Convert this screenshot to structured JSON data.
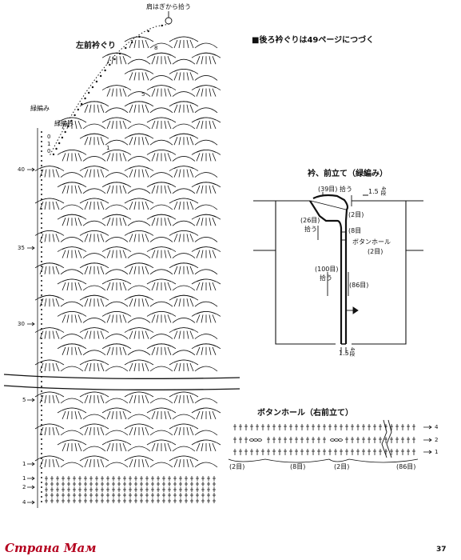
{
  "left_chart": {
    "title": "左前衿ぐり",
    "shoulder_label": "肩はぎから拾う",
    "edge_label_outer": "緑編み",
    "edge_label_inner": "緑編み",
    "neck_row_labels": [
      "8",
      "5",
      "1"
    ],
    "side_row_labels": [
      "40",
      "35",
      "30",
      "5",
      "1",
      "1",
      "2",
      "4"
    ],
    "edge_marks": [
      "0",
      "1",
      "0"
    ]
  },
  "note": "■後ろ衿ぐりは49ページにつづく",
  "collar": {
    "title": "衿、前立て（緑編み）",
    "pickup_top": "(39目) 拾う",
    "pickup_left": "(26目)",
    "pickup_left_2": "拾う",
    "top_measure": "1.5",
    "top_rows": "4段",
    "stitches_2": "(2目)",
    "stitches_8": "(8目",
    "buttonhole": "ボタンホール",
    "buttonhole_count": "(2目)",
    "pickup_100": "(100目)",
    "pickup_100_2": "拾う",
    "stitches_86": "(86目)",
    "bottom_measure": "1.5",
    "bottom_rows": "4段"
  },
  "buttonhole_chart": {
    "title": "ボタンホール（右前立て）",
    "row_labels": [
      "4",
      "2",
      "1"
    ],
    "bottom_counts": [
      "(2目)",
      "(8目)",
      "(2目)",
      "(86目)"
    ]
  },
  "page_number": "37",
  "watermark": "Страна Мам"
}
